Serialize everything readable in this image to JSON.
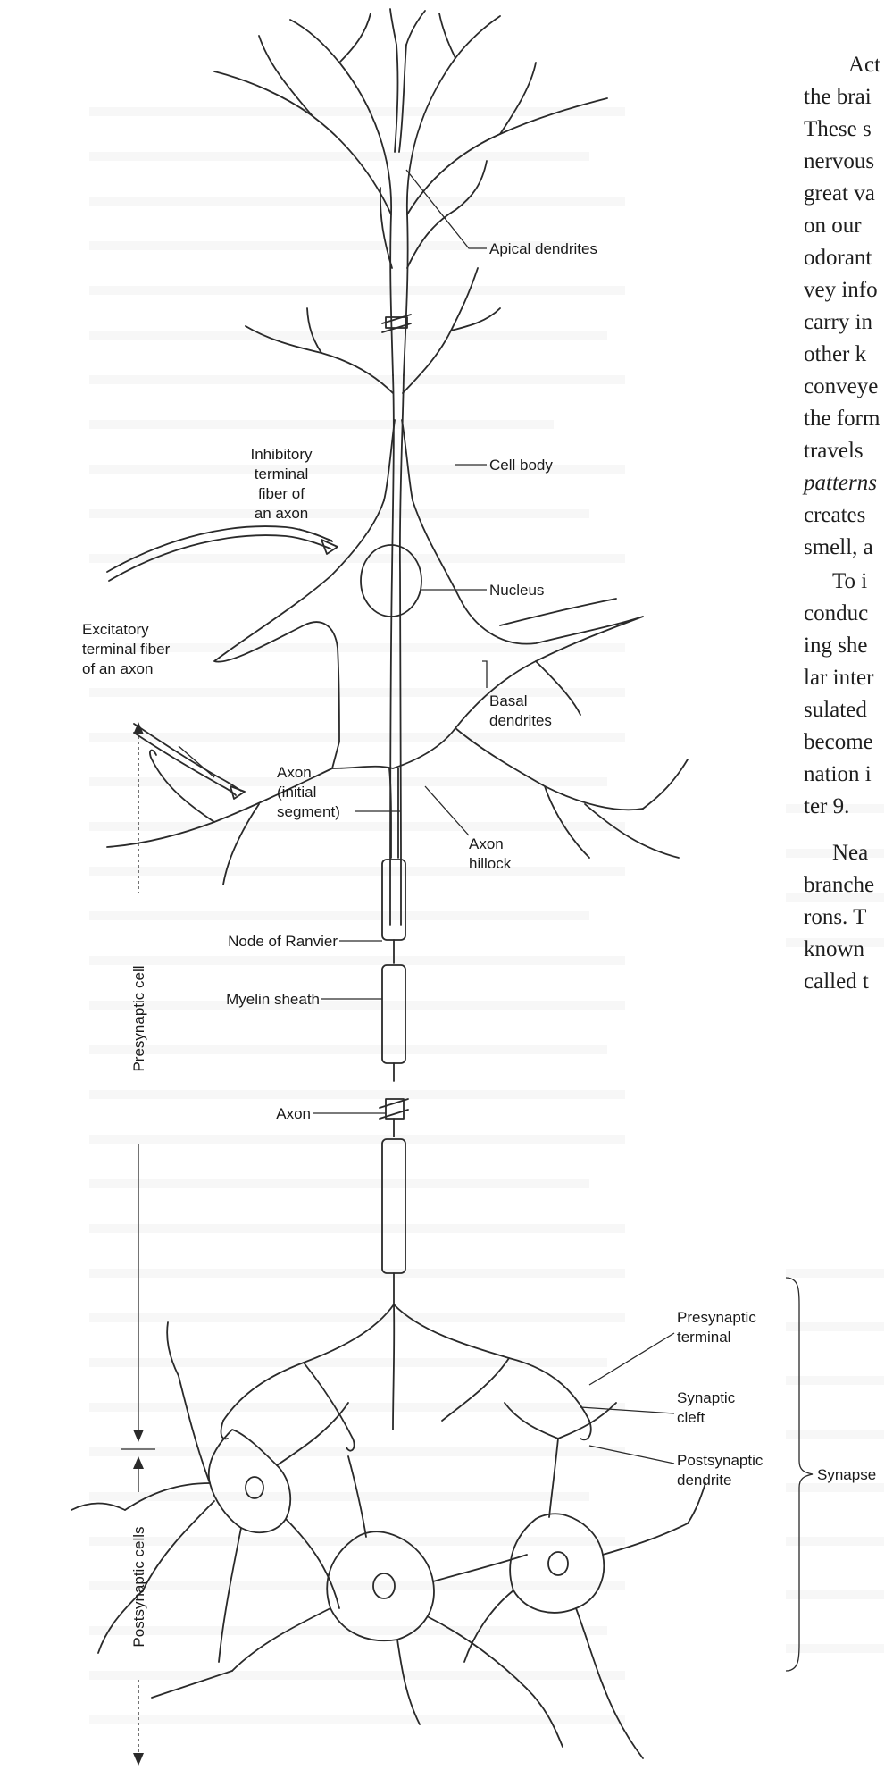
{
  "labels": {
    "apical_dendrites": "Apical dendrites",
    "inhibitory_1": "Inhibitory",
    "inhibitory_2": "terminal",
    "inhibitory_3": "fiber of",
    "inhibitory_4": "an axon",
    "cell_body": "Cell body",
    "excitatory_1": "Excitatory",
    "excitatory_2": "terminal fiber",
    "excitatory_3": "of an axon",
    "nucleus": "Nucleus",
    "basal_1": "Basal",
    "basal_2": "dendrites",
    "axon_initial_1": "Axon",
    "axon_initial_2": "(initial",
    "axon_initial_3": "segment)",
    "axon_hillock_1": "Axon",
    "axon_hillock_2": "hillock",
    "node_of_ranvier": "Node of Ranvier",
    "myelin_sheath": "Myelin sheath",
    "axon": "Axon",
    "presynaptic_terminal_1": "Presynaptic",
    "presynaptic_terminal_2": "terminal",
    "synaptic_cleft_1": "Synaptic",
    "synaptic_cleft_2": "cleft",
    "postsynaptic_dendrite_1": "Postsynaptic",
    "postsynaptic_dendrite_2": "dendrite",
    "synapse": "Synapse",
    "presynaptic_cell": "Presynaptic cell",
    "postsynaptic_cells": "Postsynaptic cells"
  },
  "body_text": {
    "lines": [
      "Act",
      "the brai",
      "These s",
      "nervous",
      "great va",
      "on our",
      "odorant",
      "vey info",
      "carry in",
      "other k",
      "conveye",
      "the form",
      "travels",
      "patterns",
      "creates",
      "smell, a",
      "To i",
      "conduc",
      "ing she",
      "lar inter",
      "sulated",
      "become",
      "nation i",
      "ter 9.",
      "Nea",
      "branche",
      "rons. T",
      "known",
      "called t"
    ]
  }
}
